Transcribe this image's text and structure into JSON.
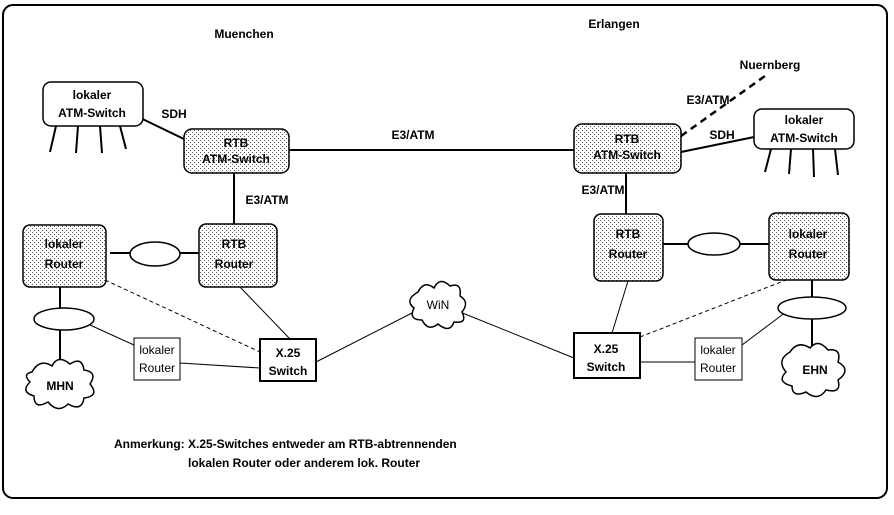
{
  "sites": {
    "muenchen": "Muenchen",
    "erlangen": "Erlangen",
    "nuernberg": "Nuernberg"
  },
  "muenchen": {
    "local_atm_switch": [
      "lokaler",
      "ATM-Switch"
    ],
    "rtb_atm_switch": [
      "RTB",
      "ATM-Switch"
    ],
    "local_router": [
      "lokaler",
      "Router"
    ],
    "rtb_router": [
      "RTB",
      "Router"
    ],
    "x25_switch": [
      "X.25",
      "Switch"
    ],
    "small_local_router": [
      "lokaler",
      "Router"
    ],
    "network": "MHN"
  },
  "erlangen": {
    "local_atm_switch": [
      "lokaler",
      "ATM-Switch"
    ],
    "rtb_atm_switch": [
      "RTB",
      "ATM-Switch"
    ],
    "local_router": [
      "lokaler",
      "Router"
    ],
    "rtb_router": [
      "RTB",
      "Router"
    ],
    "x25_switch": [
      "X.25",
      "Switch"
    ],
    "small_local_router": [
      "lokaler",
      "Router"
    ],
    "network": "EHN"
  },
  "links": {
    "sdh_muc": "SDH",
    "sdh_erl": "SDH",
    "e3_backbone": "E3/ATM",
    "e3_muc_vertical": "E3/ATM",
    "e3_erl_vertical": "E3/ATM",
    "e3_nuernberg": "E3/ATM"
  },
  "win": "WiN",
  "note": [
    "Anmerkung: X.25-Switches entweder am RTB-abtrennenden",
    "lokalen Router oder anderem lok. Router"
  ]
}
